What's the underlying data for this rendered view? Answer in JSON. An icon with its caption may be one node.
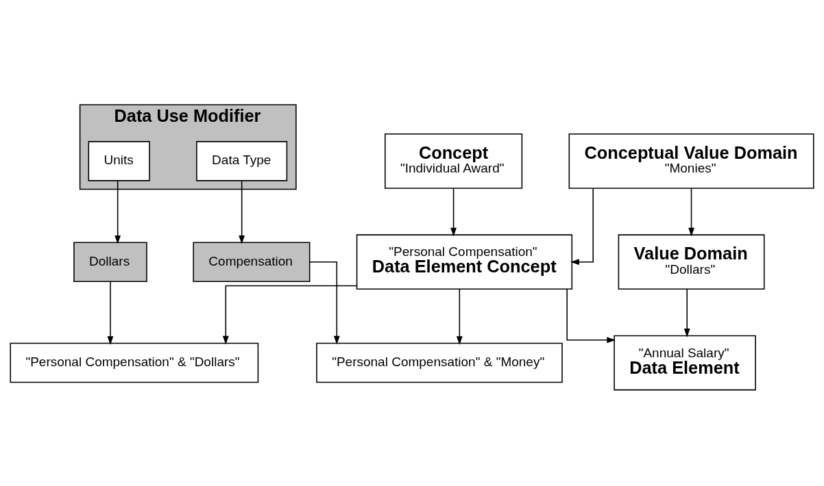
{
  "diagram": {
    "nodes": [
      {
        "text": [
          "Data Use Modifier"
        ]
      },
      {
        "text": [
          "Units"
        ],
        "in": 0
      },
      {
        "text": [
          "Data Type"
        ],
        "in": 0
      },
      {
        "text": [
          "Dollars"
        ]
      },
      {
        "text": [
          "Compensation"
        ]
      },
      {
        "text": [
          "\"Personal Compensation\" & \"Dollars\""
        ]
      },
      {
        "text": [
          "\"Personal Compensation\" & \"Money\""
        ]
      },
      {
        "text": [
          "Concept",
          "\"Individual Award\""
        ]
      },
      {
        "text": [
          "Conceptual Value Domain",
          "\"Monies\""
        ]
      },
      {
        "text": [
          "\"Personal Compensation\"",
          "Data Element Concept"
        ]
      },
      {
        "text": [
          "Value Domain",
          "\"Dollars\""
        ]
      },
      {
        "text": [
          "\"Annual Salary\"",
          "Data Element"
        ]
      }
    ],
    "edges": [
      {
        "from": 1,
        "to": 3,
        "arrow": "to"
      },
      {
        "from": 2,
        "to": 4,
        "arrow": "to"
      },
      {
        "from": 3,
        "to": 5,
        "arrow": "to"
      },
      {
        "from": 4,
        "to": 6,
        "arrow": "to"
      },
      {
        "from": 9,
        "to": 5,
        "arrow": "to"
      },
      {
        "from": 9,
        "to": 6,
        "arrow": "to"
      },
      {
        "from": 7,
        "to": 9,
        "arrow": "to"
      },
      {
        "from": 8,
        "to": 9,
        "arrow": "to"
      },
      {
        "from": 8,
        "to": 10,
        "arrow": "to"
      },
      {
        "from": 9,
        "to": 11,
        "arrow": "to"
      },
      {
        "from": 10,
        "to": 11,
        "arrow": "to"
      }
    ]
  }
}
